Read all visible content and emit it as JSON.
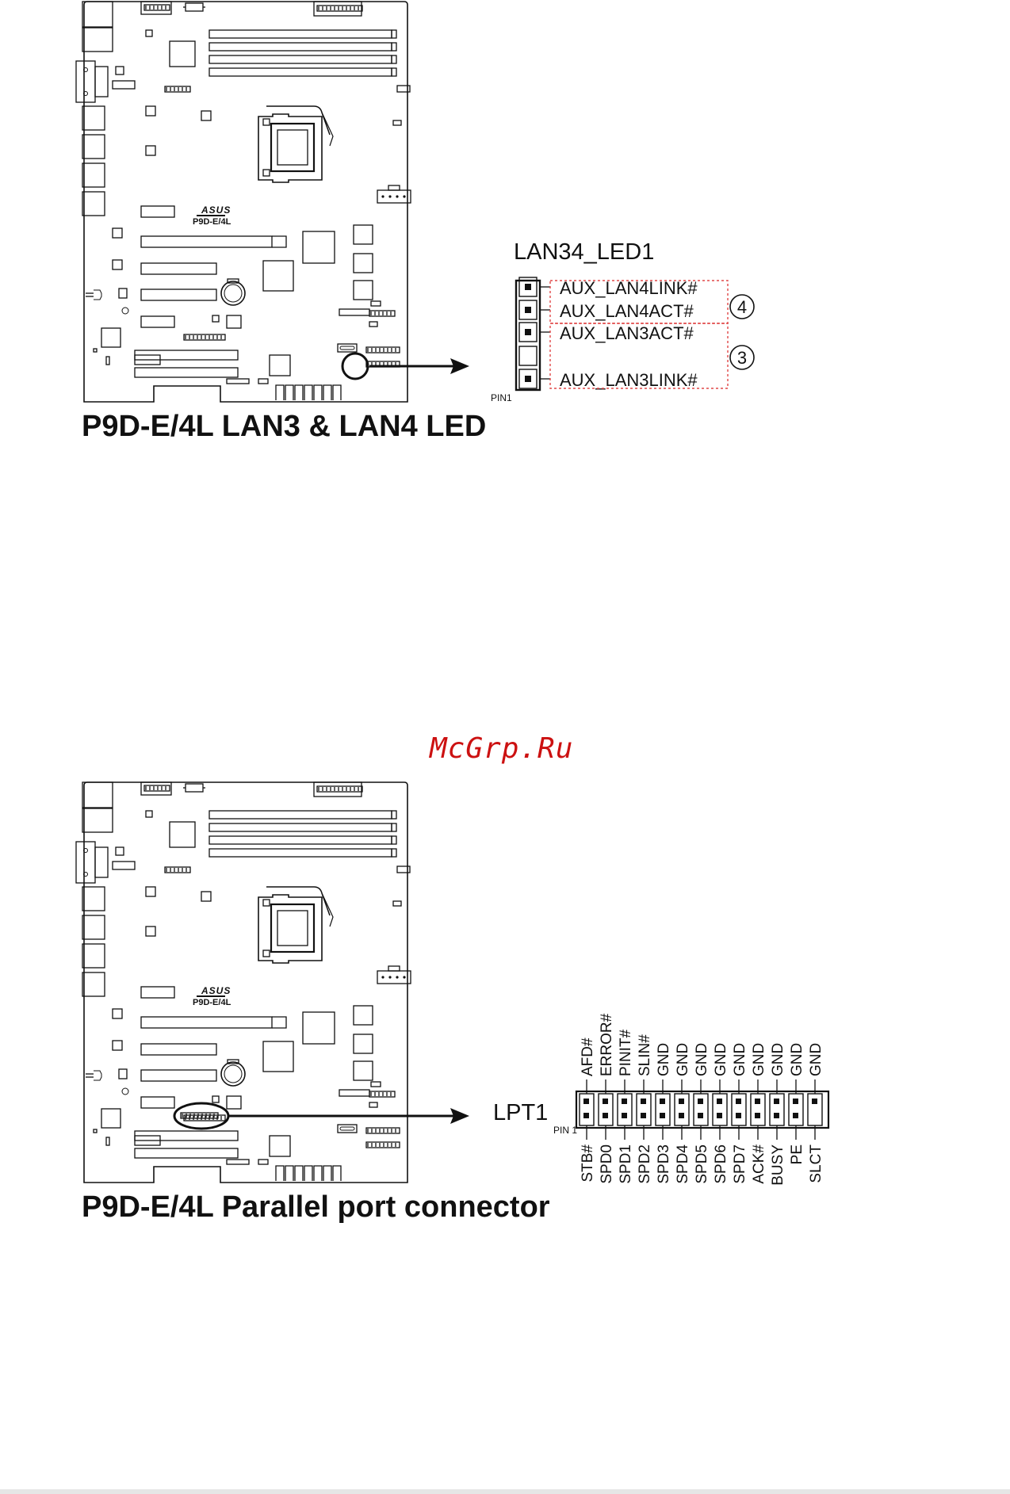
{
  "watermark": "McGrp.Ru",
  "section1": {
    "title": "P9D-E/4L LAN3 & LAN4 LED",
    "board": {
      "brand": "ASUS",
      "model": "P9D-E/4L"
    },
    "connector": {
      "name": "LAN34_LED1",
      "pin1": "PIN1",
      "pins": [
        "AUX_LAN4LINK#",
        "AUX_LAN4ACT#",
        "AUX_LAN3ACT#",
        "",
        "AUX_LAN3LINK#"
      ],
      "groups": [
        {
          "marker": "4",
          "pins": [
            "AUX_LAN4LINK#",
            "AUX_LAN4ACT#"
          ]
        },
        {
          "marker": "3",
          "pins": [
            "AUX_LAN3ACT#",
            "AUX_LAN3LINK#"
          ]
        }
      ]
    }
  },
  "section2": {
    "title": "P9D-E/4L Parallel port connector",
    "board": {
      "brand": "ASUS",
      "model": "P9D-E/4L"
    },
    "connector": {
      "name": "LPT1",
      "pin1": "PIN 1",
      "top_row": [
        "AFD#",
        "ERROR#",
        "PINIT#",
        "SLIN#",
        "GND",
        "GND",
        "GND",
        "GND",
        "GND",
        "GND",
        "GND",
        "GND",
        "GND"
      ],
      "bottom_row": [
        "STB#",
        "SPD0",
        "SPD1",
        "SPD2",
        "SPD3",
        "SPD4",
        "SPD5",
        "SPD6",
        "SPD7",
        "ACK#",
        "BUSY",
        "PE",
        "SLCT"
      ]
    }
  },
  "colors": {
    "ink": "#111111",
    "callout_dash": "#e04848",
    "watermark": "#cc1111",
    "footer": "#e6e6e6"
  }
}
